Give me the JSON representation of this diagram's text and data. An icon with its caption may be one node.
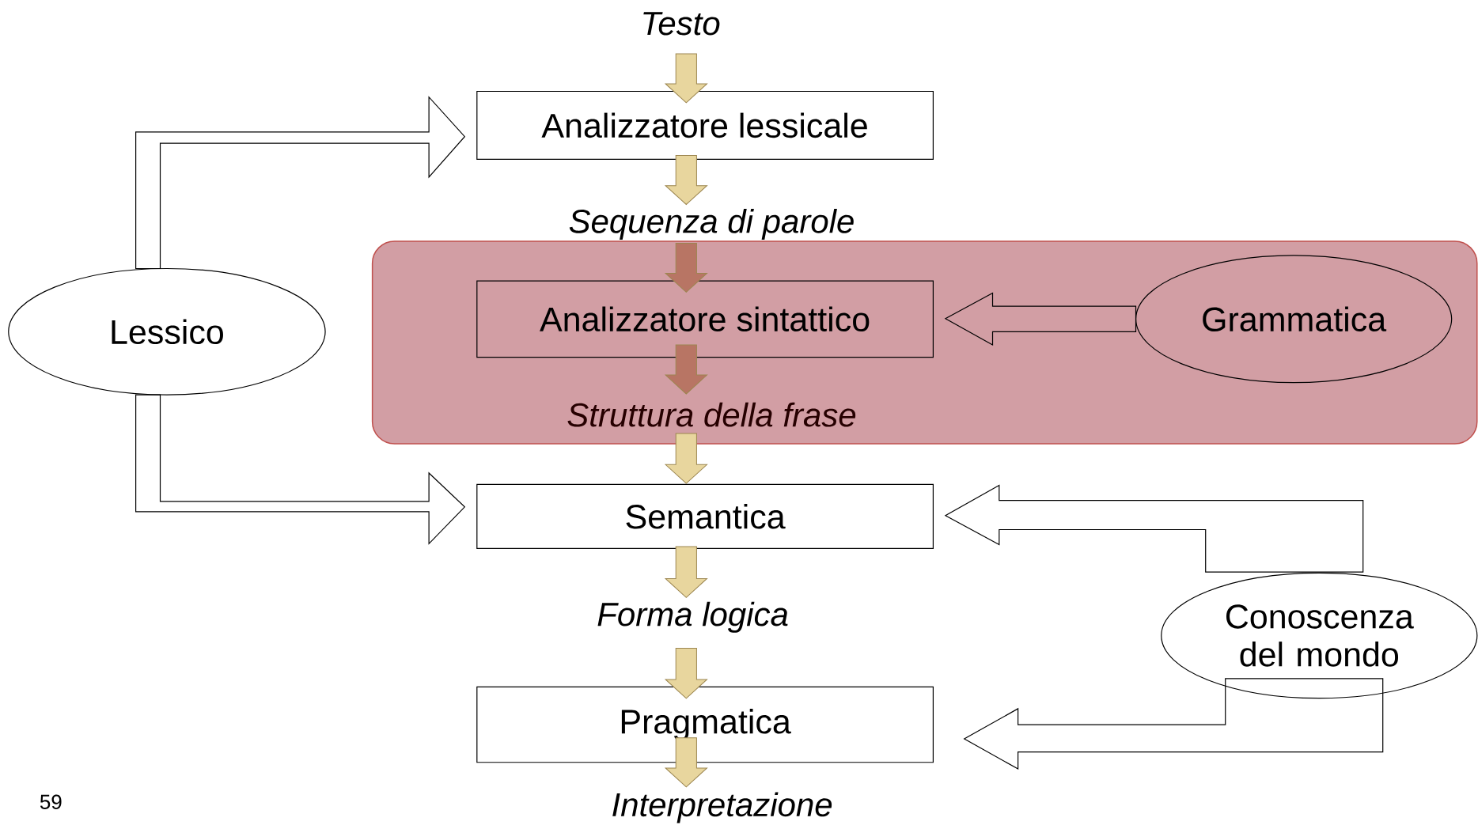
{
  "diagram": {
    "nodes": [
      {
        "text": [
          "Testo"
        ]
      },
      {
        "text": [
          "Analizzatore lessicale"
        ]
      },
      {
        "text": [
          "Sequenza di parole"
        ]
      },
      {
        "text": [],
        "shape": "box"
      },
      {
        "text": [
          "Analizzatore sintattico"
        ],
        "in": 3
      },
      {
        "text": [
          "Grammatica"
        ],
        "in": 3
      },
      {
        "text": [
          "Struttura della frase"
        ],
        "in": 3
      },
      {
        "text": [
          "Lessico"
        ]
      },
      {
        "text": [
          "Semantica"
        ]
      },
      {
        "text": [
          "Forma logica"
        ]
      },
      {
        "text": [
          "Conoscenza del mondo"
        ]
      },
      {
        "text": [
          "Pragmatica"
        ]
      },
      {
        "text": [
          "Interpretazione"
        ]
      }
    ],
    "edges": [
      {
        "from": 0,
        "to": 1,
        "arrow": "to"
      },
      {
        "from": 1,
        "to": 2,
        "arrow": "to"
      },
      {
        "from": 2,
        "to": 4,
        "arrow": "to",
        "color": "#b87564"
      },
      {
        "from": 4,
        "to": 6,
        "arrow": "to",
        "color": "#b87564"
      },
      {
        "from": 6,
        "to": 8,
        "arrow": "to"
      },
      {
        "from": 8,
        "to": 9,
        "arrow": "to"
      },
      {
        "from": 9,
        "to": 11,
        "arrow": "to"
      },
      {
        "from": 11,
        "to": 12,
        "arrow": "to"
      },
      {
        "from": 7,
        "to": 1,
        "arrow": "to"
      },
      {
        "from": 7,
        "to": 8,
        "arrow": "to"
      },
      {
        "from": 5,
        "to": 4,
        "arrow": "to"
      },
      {
        "from": 10,
        "to": 8,
        "arrow": "to"
      },
      {
        "from": 10,
        "to": 11,
        "arrow": "to"
      }
    ],
    "labels": [
      "59"
    ]
  }
}
